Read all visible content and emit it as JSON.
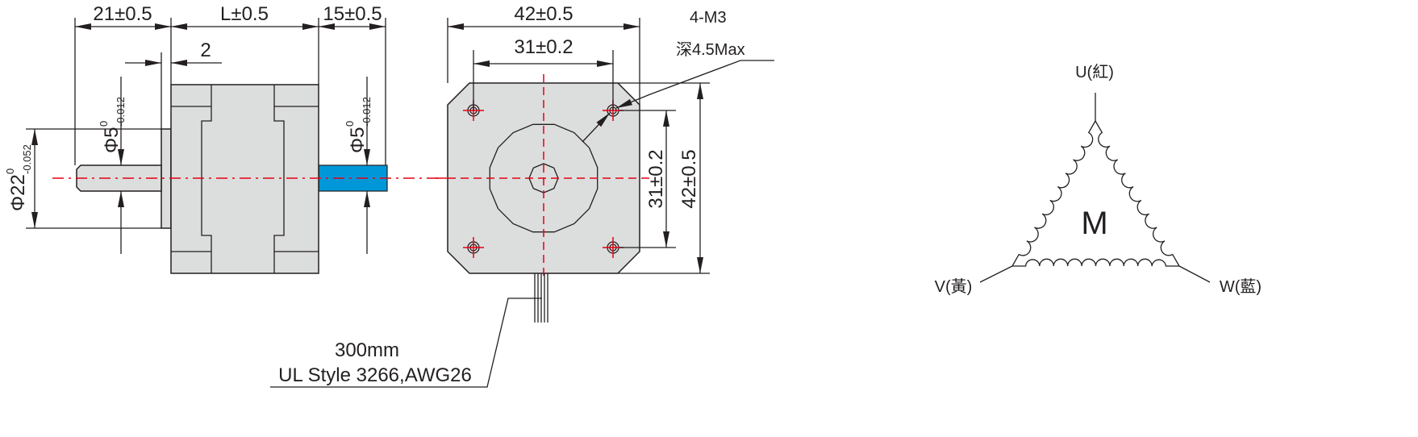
{
  "side_view": {
    "dim_front_shaft": "21±0.5",
    "dim_body": "L±0.5",
    "dim_rear_shaft": "15±0.5",
    "dim_boss": "2",
    "front_shaft_dia": {
      "main": "Φ5",
      "upper": "0",
      "lower": "-0.012"
    },
    "rear_shaft_dia": {
      "main": "Φ5",
      "upper": "0",
      "lower": "-0.012"
    },
    "boss_dia": {
      "main": "Φ22",
      "upper": "0",
      "lower": "-0.052"
    }
  },
  "front_view": {
    "dim_width": "42±0.5",
    "dim_hole_pitch_h": "31±0.2",
    "dim_hole_pitch_v": "31±0.2",
    "dim_height": "42±0.5",
    "hole_spec": "4-M3",
    "hole_depth": "深4.5Max",
    "wire_length": "300mm",
    "wire_spec": "UL Style 3266,AWG26"
  },
  "winding": {
    "motor_label": "M",
    "u_label": "U(紅)",
    "v_label": "V(黃)",
    "w_label": "W(藍)"
  },
  "colors": {
    "body": "#dcdddd",
    "rear_shaft": "#0097d8",
    "centerline": "#e60012",
    "line": "#231f20"
  }
}
